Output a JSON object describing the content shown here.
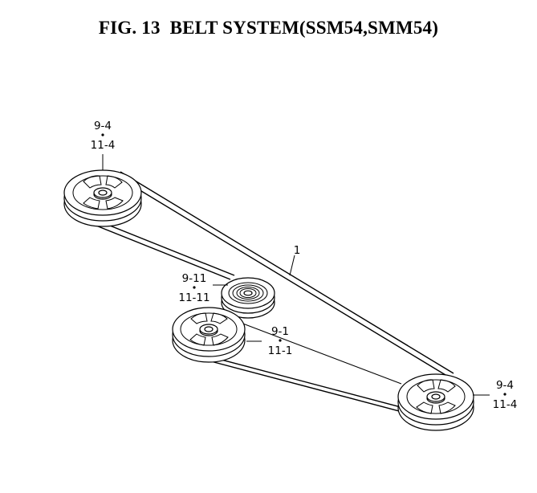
{
  "figure": {
    "title": "FIG. 13  BELT SYSTEM(SSM54,SMM54)"
  },
  "callouts": {
    "belt": "1",
    "top_left_pulley": {
      "line1": "9-4",
      "line2": "11-4"
    },
    "idler_pulley": {
      "line1": "9-11",
      "line2": "11-11"
    },
    "center_pulley": {
      "line1": "9-1",
      "line2": "11-1"
    },
    "right_pulley": {
      "line1": "9-4",
      "line2": "11-4"
    }
  }
}
